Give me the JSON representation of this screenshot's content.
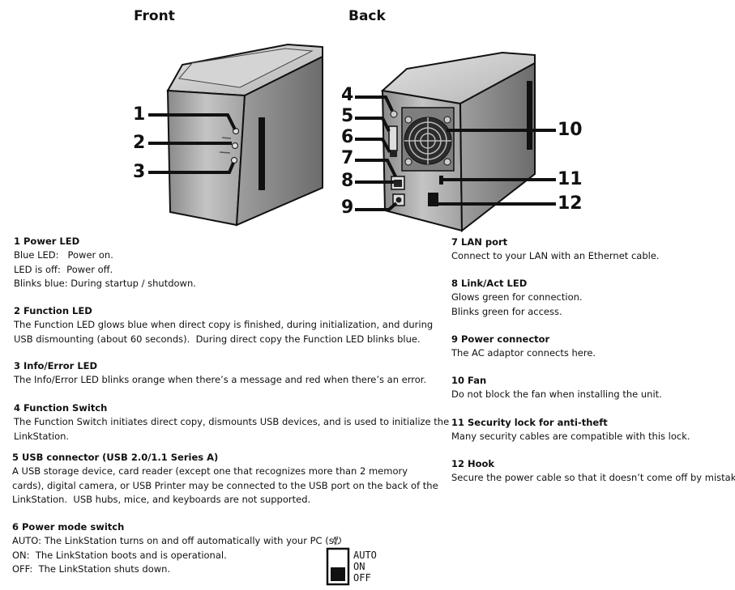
{
  "headers": {
    "front": "Front",
    "back": "Back"
  },
  "callouts": [
    "1",
    "2",
    "3",
    "4",
    "5",
    "6",
    "7",
    "8",
    "9",
    "10",
    "11",
    "12"
  ],
  "sections": [
    {
      "title": "1 Power LED",
      "lines": [
        "Blue LED:   Power on.",
        "LED is off:  Power off.",
        "Blinks blue: During startup / shutdown."
      ]
    },
    {
      "title": "2 Function LED",
      "lines": [
        "The Function LED glows blue when direct copy is finished, during initialization, and during",
        "USB dismounting (about 60 seconds).  During direct copy the Function LED blinks blue."
      ]
    },
    {
      "title": "3 Info/Error LED",
      "lines": [
        "The Info/Error LED blinks orange when there’s a message and red when there’s an error."
      ]
    },
    {
      "title": "4 Function Switch",
      "lines": [
        "The Function Switch initiates direct copy, dismounts USB devices, and is used to initialize the",
        "LinkStation."
      ]
    },
    {
      "title": "5 USB connector (USB 2.0/1.1 Series A)",
      "lines": [
        "A USB storage device, card reader (except one that recognizes more than 2 memory",
        "cards), digital camera, or USB Printer may be connected to the USB port on the back of the",
        "LinkStation.  USB hubs, mice, and keyboards are not supported."
      ]
    },
    {
      "title": "6 Power mode switch",
      "lines": [
        "AUTO: The LinkStation turns on and off automatically with your PC (s).",
        "ON:  The LinkStation boots and is operational.",
        "OFF:  The LinkStation shuts down."
      ]
    },
    {
      "title": "7 LAN port",
      "lines": [
        "Connect to your LAN with an Ethernet cable."
      ]
    },
    {
      "title": "8 Link/Act LED",
      "lines": [
        "Glows green for connection.",
        "Blinks green for access."
      ]
    },
    {
      "title": "9 Power connector",
      "lines": [
        "The AC adaptor connects here."
      ]
    },
    {
      "title": "10 Fan",
      "lines": [
        "Do not block the fan when installing the unit."
      ]
    },
    {
      "title": "11 Security lock for anti-theft",
      "lines": [
        "Many security cables are compatible with this lock."
      ]
    },
    {
      "title": "12 Hook",
      "lines": [
        "Secure the power cable so that it doesn’t come off by mistake."
      ]
    }
  ],
  "switch": {
    "power_symbol": "⏻",
    "auto": "AUTO",
    "on": "ON",
    "off": "OFF"
  }
}
